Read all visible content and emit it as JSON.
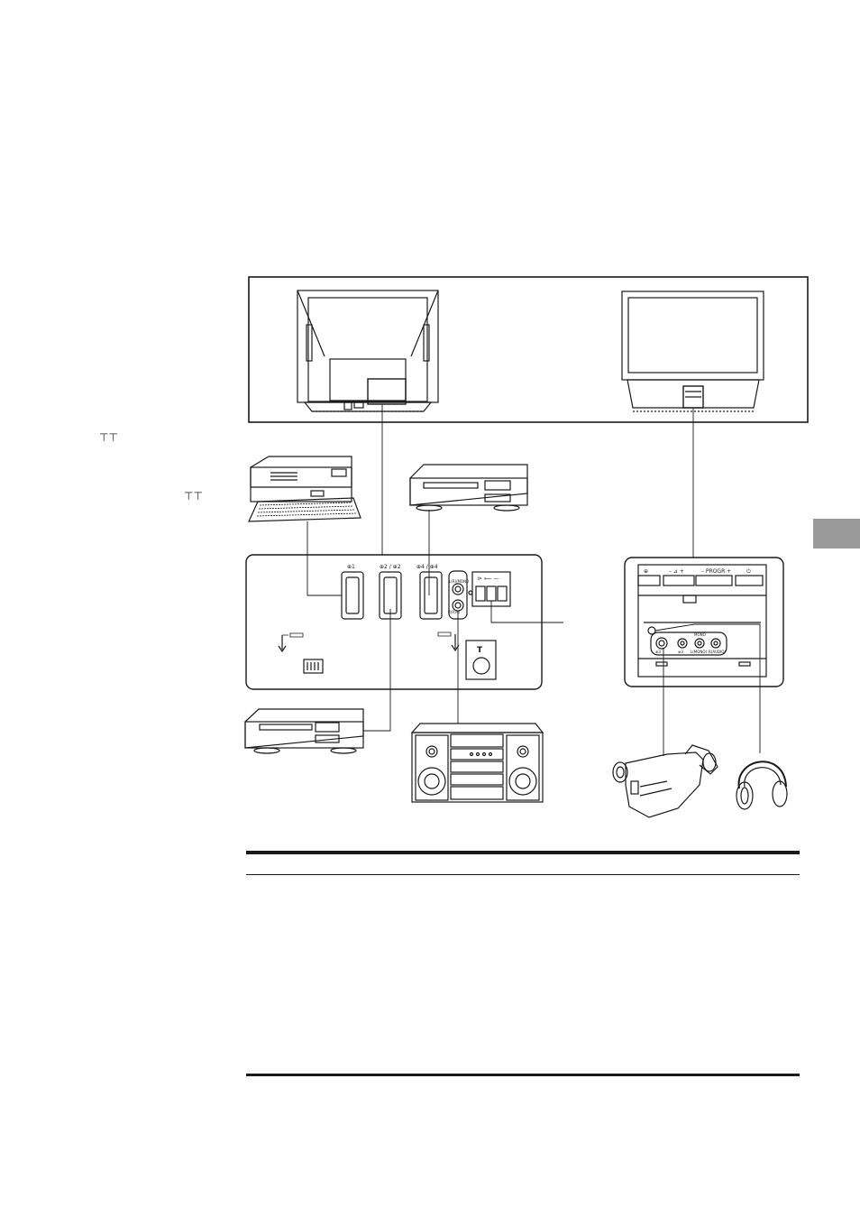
{
  "side_symbols": [
    "⊤⊤",
    "⊤⊤"
  ],
  "rear_panel": {
    "scart_labels": [
      "⊕1",
      "⊕2 / ⊕2",
      "⊕4 / ⊕4"
    ],
    "audio_labels": [
      "L(R)/MONO",
      "R(R)/D"
    ],
    "switch_label": "⊳ ⟵ —",
    "antenna_label": "T"
  },
  "front_panel": {
    "top_labels": [
      "⊕",
      "–  ⊿  +",
      "–  PROGR  +",
      "⏻"
    ],
    "jack_label_top": "MONO",
    "jack_labels": [
      "⊕3",
      "⊕3",
      "L(MONO)",
      "R(AUDIO)"
    ]
  },
  "colors": {
    "ink": "#1a1a1a",
    "tab_gray": "#9a9a9a"
  }
}
